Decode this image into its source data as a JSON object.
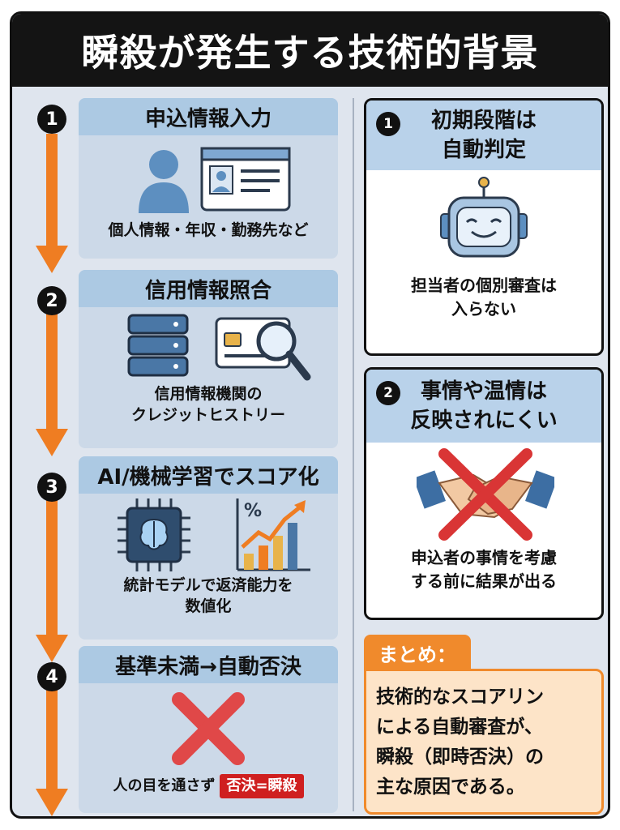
{
  "title": "瞬殺が発生する技術的背景",
  "steps": [
    {
      "num": "1",
      "heading": "申込情報入力",
      "text": [
        "個人情報・年収・勤務先など"
      ],
      "icons": [
        "person-icon",
        "id-card-icon"
      ]
    },
    {
      "num": "2",
      "heading": "信用情報照合",
      "text": [
        "信用情報機関の",
        "クレジットヒストリー"
      ],
      "icons": [
        "database-icon",
        "card-magnifier-icon"
      ]
    },
    {
      "num": "3",
      "heading": "AI/機械学習でスコア化",
      "text": [
        "統計モデルで返済能力を",
        "数値化"
      ],
      "icons": [
        "ai-chip-icon",
        "growth-chart-icon"
      ]
    },
    {
      "num": "4",
      "heading": "基準未満→自動否決",
      "text": [
        "人の目を通さず"
      ],
      "badge": "否決=瞬殺",
      "icons": [
        "red-x-icon"
      ]
    }
  ],
  "right_cards": [
    {
      "num": "1",
      "heading": [
        "初期段階は",
        "自動判定"
      ],
      "text": [
        "担当者の個別審査は",
        "入らない"
      ],
      "icon": "robot-icon"
    },
    {
      "num": "2",
      "heading": [
        "事情や温情は",
        "反映されにくい"
      ],
      "text": [
        "申込者の事情を考慮",
        "する前に結果が出る"
      ],
      "icon": "handshake-crossed-icon"
    }
  ],
  "summary": {
    "label": "まとめ：",
    "lines": [
      "技術的なスコアリン",
      "による自動審査が、",
      "瞬殺（即時否決）の",
      "主な原因である。"
    ]
  },
  "colors": {
    "accent": "#ef7d22",
    "header_blue": "#acc9e3",
    "reject_red": "#cf1f1f",
    "summary_bg": "#fde4c8"
  }
}
